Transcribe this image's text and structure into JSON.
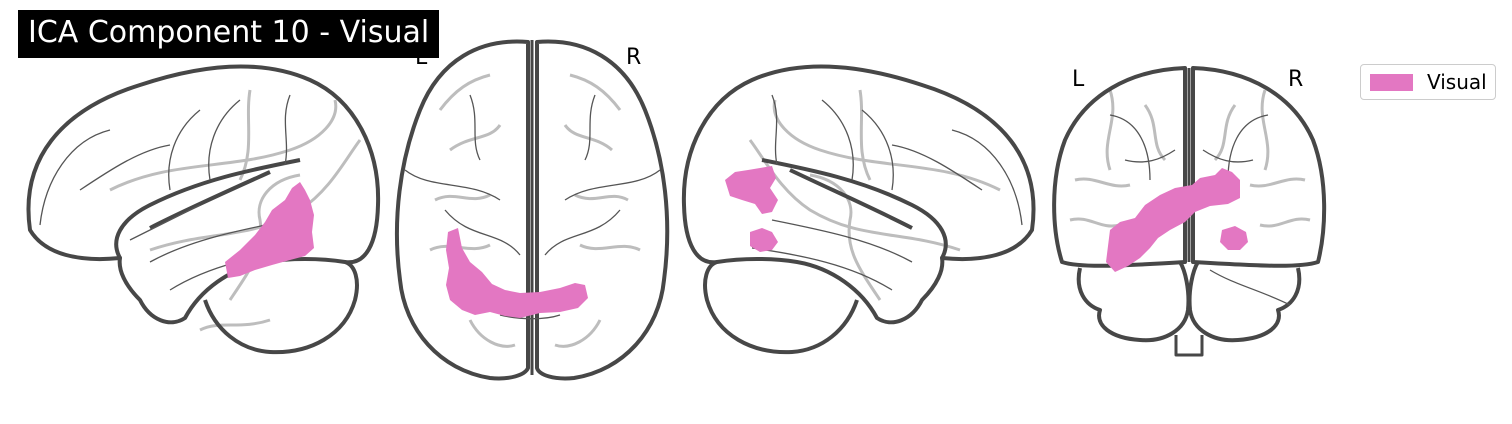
{
  "title": "ICA Component 10 - Visual",
  "orientation_labels": {
    "axial_left": "L",
    "axial_right": "R",
    "coronal_left": "L",
    "coronal_right": "R"
  },
  "legend": {
    "label": "Visual",
    "color": "#e377c2"
  },
  "views": [
    "left-sagittal",
    "axial",
    "right-sagittal",
    "coronal"
  ],
  "colors": {
    "background": "#ffffff",
    "outline": "#474747",
    "ghost": "#bdbdbd",
    "activation": "#e377c2",
    "title_background": "#000000",
    "title_text": "#ffffff"
  }
}
